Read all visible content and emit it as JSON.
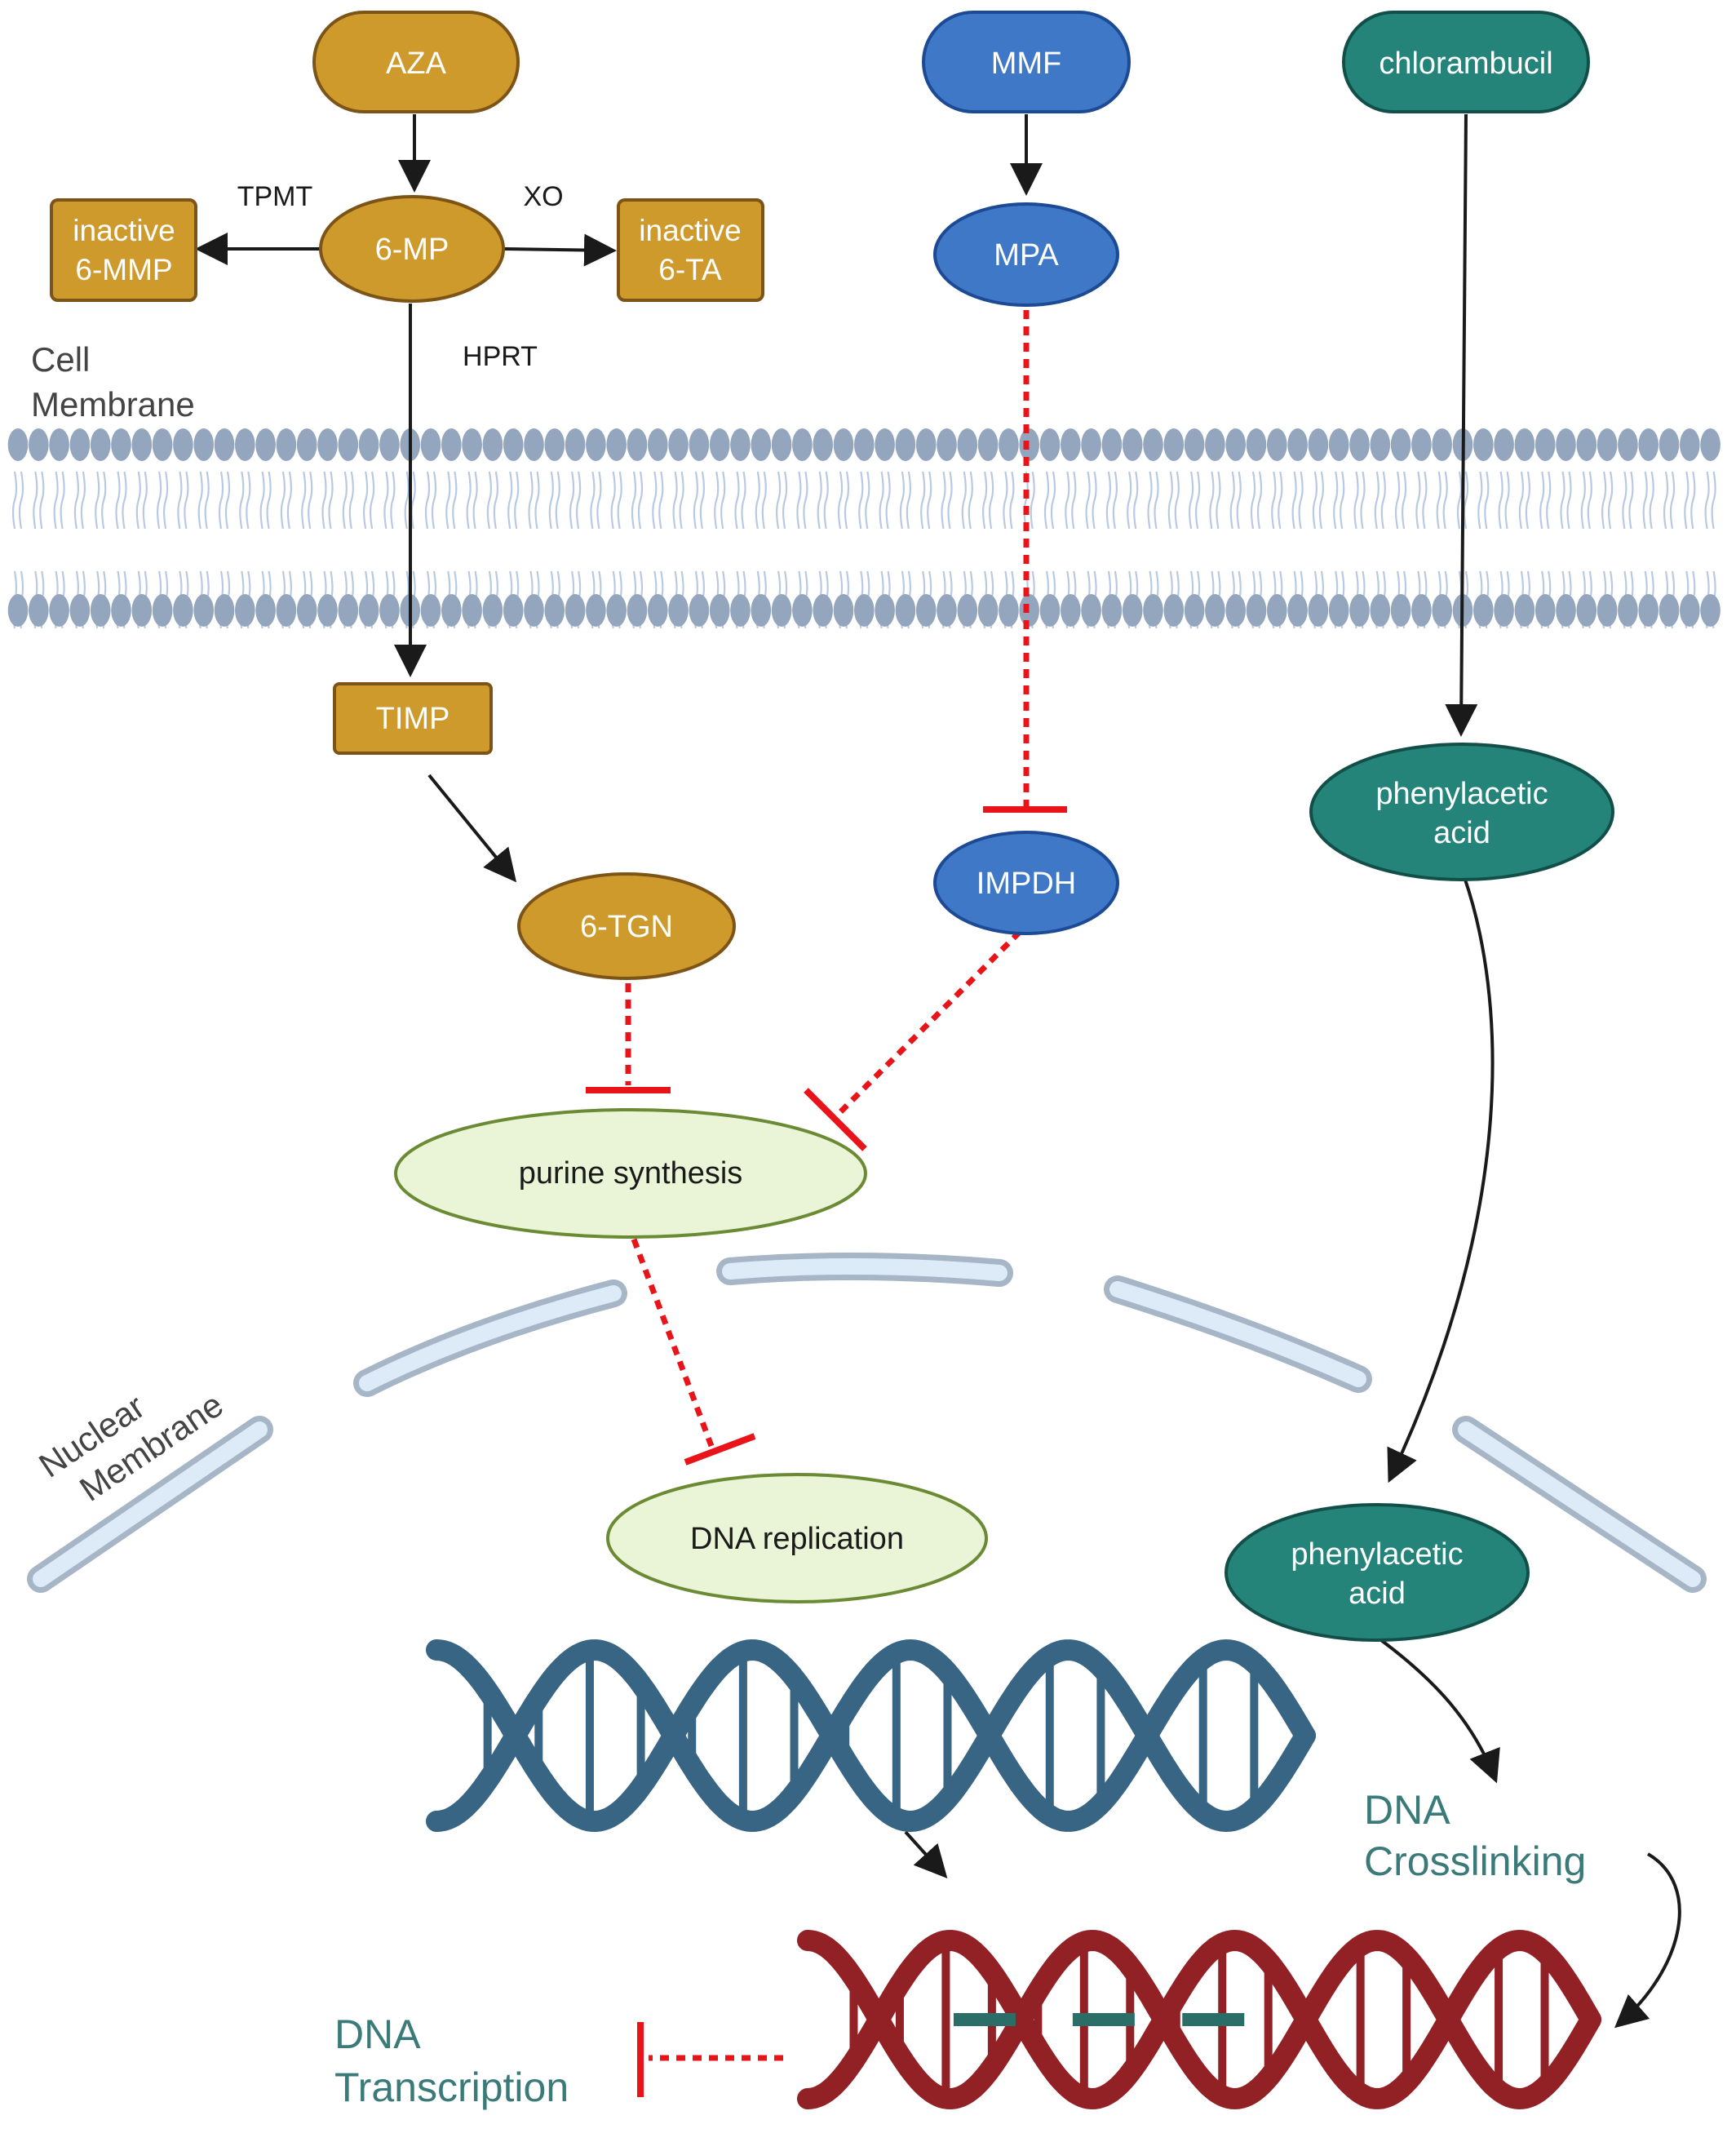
{
  "nodes": {
    "aza": "AZA",
    "mmf": "MMF",
    "chlorambucil": "chlorambucil",
    "six_mp": "6-MP",
    "inactive_6mmp": [
      "inactive",
      "6-MMP"
    ],
    "inactive_6ta": [
      "inactive",
      "6-TA"
    ],
    "mpa": "MPA",
    "timp": "TIMP",
    "six_tgn": "6-TGN",
    "impdh": "IMPDH",
    "phenylacetic_acid_1": [
      "phenylacetic",
      "acid"
    ],
    "phenylacetic_acid_2": [
      "phenylacetic",
      "acid"
    ],
    "purine_synthesis": "purine synthesis",
    "dna_replication": "DNA replication"
  },
  "enzymes": {
    "tpmt": "TPMT",
    "xo": "XO",
    "hprt": "HPRT"
  },
  "labels": {
    "cell_membrane": [
      "Cell",
      "Membrane"
    ],
    "nuclear_membrane": [
      "Nuclear",
      "Membrane"
    ],
    "dna_crosslinking": [
      "DNA",
      "Crosslinking"
    ],
    "dna_transcription": [
      "DNA",
      "Transcription"
    ]
  },
  "colors": {
    "aza_fill": "#cf9a2c",
    "aza_stroke": "#7c5418",
    "mmf_fill": "#3f78c6",
    "mmf_stroke": "#1d4a94",
    "chl_fill": "#24847a",
    "chl_stroke": "#124f48",
    "green_fill": "#eaf4d6",
    "green_stroke": "#6b8a34",
    "inhibit": "#e8141a",
    "arrow": "#1a1a1a",
    "membrane_head": "#94a6bd",
    "membrane_tail": "#b9c9e3",
    "nuclear_fill": "#ddeaf7",
    "nuclear_stroke": "#a7b6c6",
    "dna_blue": "#386584",
    "dna_red": "#922126",
    "crosslink": "#2a6e67",
    "teal_text": "#3a7a78",
    "grey_text": "#444444"
  }
}
